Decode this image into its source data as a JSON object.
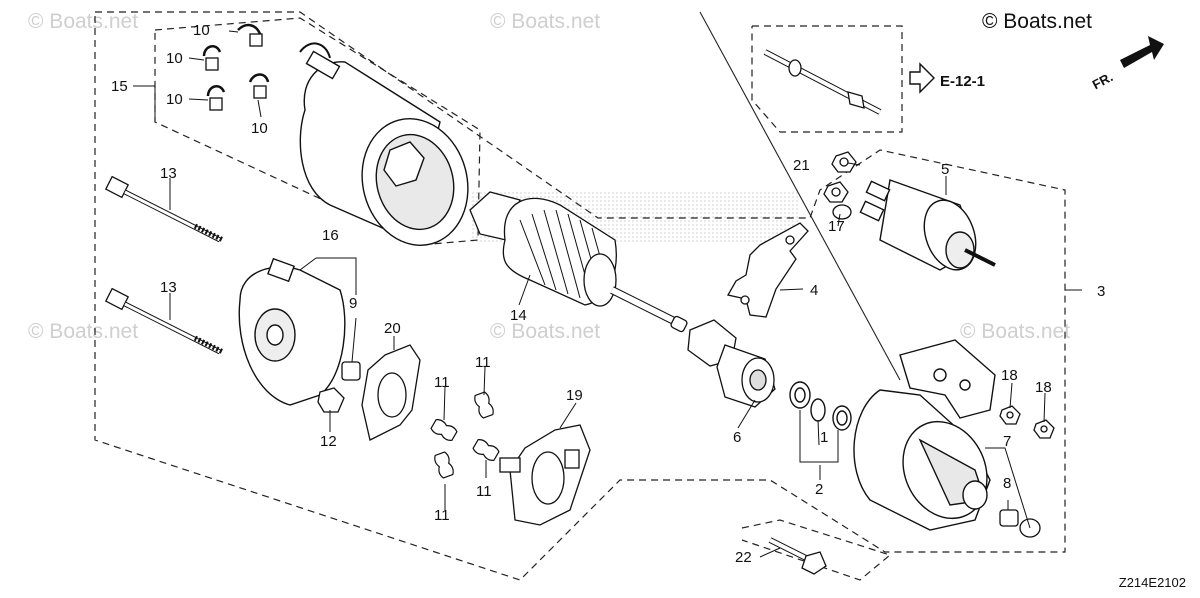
{
  "diagram": {
    "copyright": "© Boats.net",
    "watermark": "© Boats.net",
    "diagram_code": "Z214E2102",
    "reference": "E-12-1",
    "direction": "FR.",
    "callouts": [
      {
        "id": "c1",
        "text": "1"
      },
      {
        "id": "c2",
        "text": "2"
      },
      {
        "id": "c3",
        "text": "3"
      },
      {
        "id": "c4",
        "text": "4"
      },
      {
        "id": "c5",
        "text": "5"
      },
      {
        "id": "c6",
        "text": "6"
      },
      {
        "id": "c7",
        "text": "7"
      },
      {
        "id": "c8",
        "text": "8"
      },
      {
        "id": "c9",
        "text": "9"
      },
      {
        "id": "c10a",
        "text": "10"
      },
      {
        "id": "c10b",
        "text": "10"
      },
      {
        "id": "c10c",
        "text": "10"
      },
      {
        "id": "c10d",
        "text": "10"
      },
      {
        "id": "c11a",
        "text": "11"
      },
      {
        "id": "c11b",
        "text": "11"
      },
      {
        "id": "c11c",
        "text": "11"
      },
      {
        "id": "c11d",
        "text": "11"
      },
      {
        "id": "c12",
        "text": "12"
      },
      {
        "id": "c13a",
        "text": "13"
      },
      {
        "id": "c13b",
        "text": "13"
      },
      {
        "id": "c14",
        "text": "14"
      },
      {
        "id": "c15",
        "text": "15"
      },
      {
        "id": "c16",
        "text": "16"
      },
      {
        "id": "c17",
        "text": "17"
      },
      {
        "id": "c18a",
        "text": "18"
      },
      {
        "id": "c18b",
        "text": "18"
      },
      {
        "id": "c19",
        "text": "19"
      },
      {
        "id": "c20",
        "text": "20"
      },
      {
        "id": "c21",
        "text": "21"
      },
      {
        "id": "c22",
        "text": "22"
      }
    ]
  }
}
